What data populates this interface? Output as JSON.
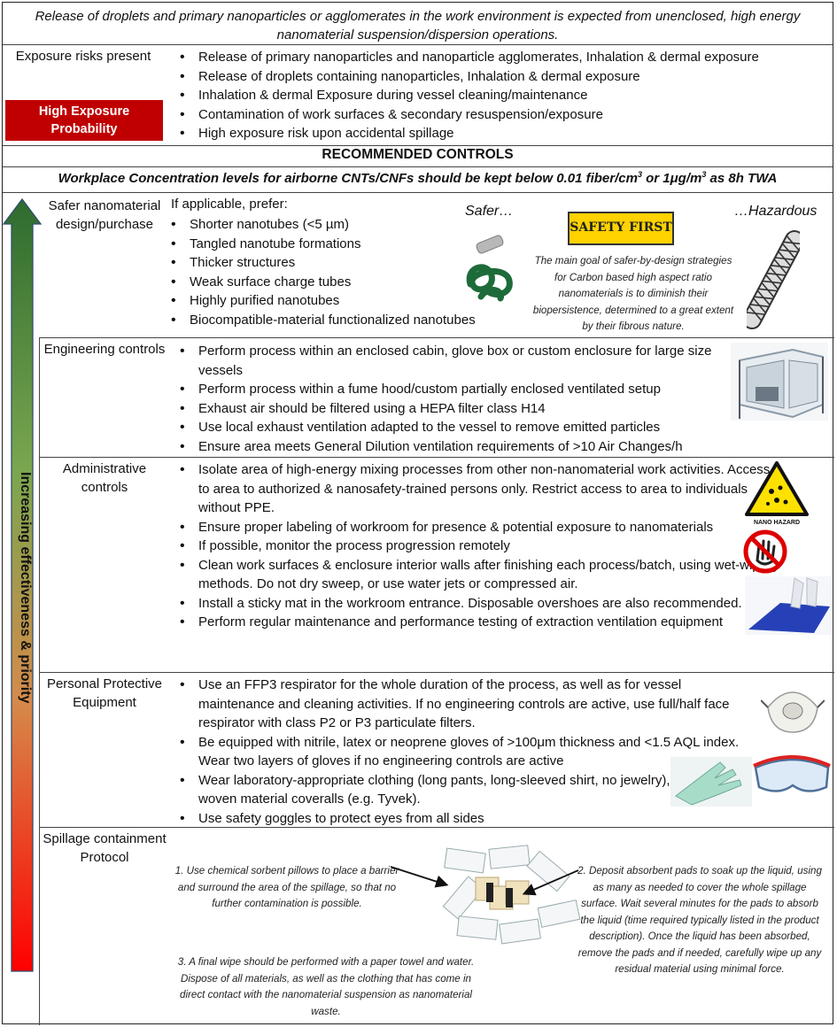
{
  "header": {
    "intro": "Release of droplets and primary nanoparticles or agglomerates in the work environment is expected from unenclosed, high energy nanomaterial suspension/dispersion operations."
  },
  "exposure": {
    "label": "Exposure risks present",
    "badge_line1": "High Exposure",
    "badge_line2": "Probability",
    "items": [
      "Release of primary nanoparticles and nanoparticle agglomerates, Inhalation & dermal exposure",
      "Release of droplets containing nanoparticles, Inhalation & dermal exposure",
      "Inhalation & dermal Exposure during vessel cleaning/maintenance",
      "Contamination of work surfaces & secondary resuspension/exposure",
      "High exposure risk upon accidental spillage"
    ]
  },
  "controls": {
    "title": "RECOMMENDED CONTROLS",
    "concentration_pre": "Workplace Concentration levels for airborne CNTs/CNFs should be kept below 0.01 fiber/cm",
    "sup1": "3",
    "concentration_mid": " or 1μg/m",
    "sup2": "3",
    "concentration_post": " as 8h TWA",
    "arrow_label": "Increasing effectiveness & priority"
  },
  "safer": {
    "label": "Safer nanomaterial design/purchase",
    "intro": "If applicable, prefer:",
    "items": [
      "Shorter nanotubes (<5 µm)",
      "Tangled nanotube formations",
      "Thicker structures",
      "Weak surface charge tubes",
      "Highly purified nanotubes",
      "Biocompatible-material functionalized nanotubes"
    ],
    "safer_heading": "Safer…",
    "hazard_heading": "…Hazardous",
    "sign_text": "SAFETY FIRST",
    "note": "The main goal of safer-by-design strategies for Carbon based high aspect ratio nanomaterials is to diminish their biopersistence, determined to a great extent by their fibrous nature."
  },
  "engineering": {
    "label": "Engineering controls",
    "items": [
      "Perform process within an enclosed cabin, glove box or custom enclosure for large size vessels",
      "Perform process within a fume hood/custom partially enclosed ventilated setup",
      "Exhaust air should be filtered using a HEPA filter class H14",
      "Use local exhaust ventilation adapted to the vessel to remove emitted particles",
      "Ensure area meets General Dilution ventilation requirements of >10 Air Changes/h"
    ]
  },
  "administrative": {
    "label": "Administrative controls",
    "items": [
      "Isolate area of high-energy mixing processes from other non-nanomaterial work activities. Access to area to authorized & nanosafety-trained persons only. Restrict access to area to individuals without PPE.",
      "Ensure proper labeling of workroom for presence & potential exposure to nanomaterials",
      "If possible, monitor the process progression remotely",
      "Clean work surfaces & enclosure interior walls after finishing each process/batch, using wet-wiping methods. Do not dry sweep, or use water jets or compressed air.",
      "Install a sticky mat in the workroom entrance. Disposable overshoes are also recommended.",
      "Perform regular maintenance and performance testing of extraction ventilation equipment"
    ],
    "nano_hazard_text": "NANO HAZARD"
  },
  "ppe": {
    "label": "Personal Protective Equipment",
    "items": [
      "Use an FFP3 respirator for the whole duration of the process, as well as for vessel maintenance and cleaning activities. If no engineering controls are active, use full/half face respirator with class P2 or P3 particulate filters.",
      "Be equipped with nitrile, latex or neoprene gloves of >100μm thickness and <1.5 AQL index. Wear two layers of gloves if no engineering controls are active",
      "Wear laboratory-appropriate clothing (long pants, long-sleeved shirt, no jewelry), and non-woven material coveralls (e.g. Tyvek).",
      "Use safety goggles to protect eyes from all sides"
    ]
  },
  "spillage": {
    "label": "Spillage containment Protocol",
    "step1": "1. Use chemical sorbent pillows to place a barrier and surround the area of the spillage, so that no further contamination is possible.",
    "step2": "2. Deposit absorbent pads to soak up the liquid, using as many as needed to cover the whole spillage surface. Wait several minutes for the pads to absorb the liquid (time required typically listed in the product description). Once the liquid has been absorbed, remove the pads and if needed, carefully wipe up any residual material using minimal force.",
    "step3": "3. A final wipe should be performed with a paper towel and water. Dispose of all materials, as well as the clothing that has come in direct contact with the nanomaterial suspension as nanomaterial waste."
  }
}
